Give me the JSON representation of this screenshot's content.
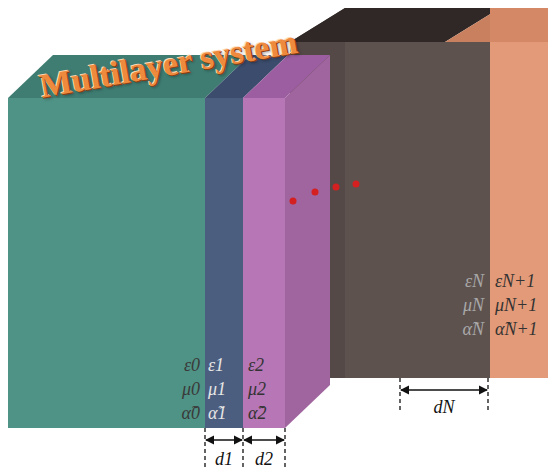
{
  "diagram": {
    "title": "Multilayer system",
    "labels": [
      "ε0",
      "μ0",
      "α̃0",
      "ε1",
      "μ1",
      "α̃1",
      "ε2",
      "μ2",
      "α̃2",
      "εN",
      "μN",
      "α̃N",
      "εN+1",
      "μN+1",
      "α̃N+1",
      "d1",
      "d2",
      "dN"
    ]
  }
}
